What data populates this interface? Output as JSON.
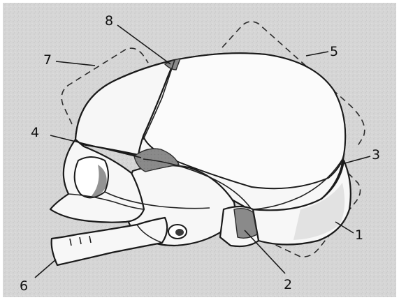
{
  "labels": [
    {
      "id": "1",
      "text": "1"
    },
    {
      "id": "2",
      "text": "2"
    },
    {
      "id": "3",
      "text": "3"
    },
    {
      "id": "4",
      "text": "4"
    },
    {
      "id": "5",
      "text": "5"
    },
    {
      "id": "6",
      "text": "6"
    },
    {
      "id": "7",
      "text": "7"
    },
    {
      "id": "8",
      "text": "8"
    }
  ],
  "colors": {
    "background": "#d9d9d9",
    "bone": "#f7f7f7",
    "membrane": "#8a8a8a",
    "ink": "#1a1a1a"
  }
}
